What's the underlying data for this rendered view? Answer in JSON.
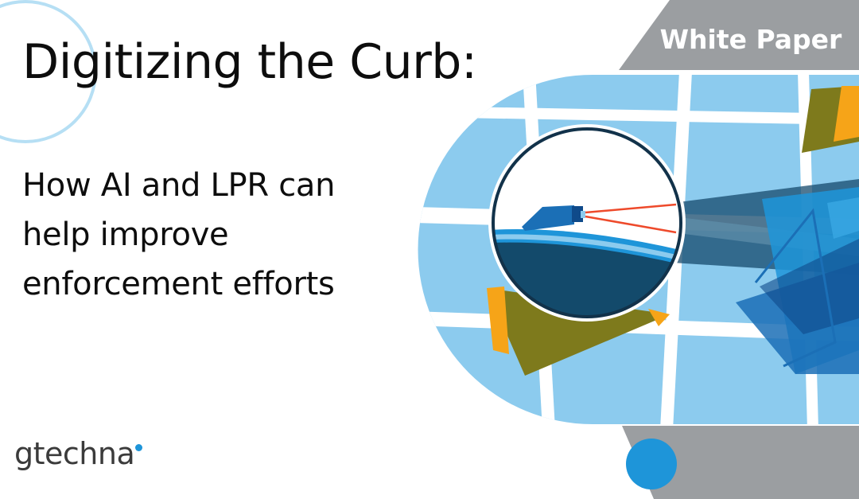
{
  "title": "Digitizing the Curb:",
  "subtitle_lines": [
    "How AI and LPR can",
    "help improve",
    "enforcement efforts"
  ],
  "badge": "White Paper",
  "logo": "gtechna",
  "colors": {
    "badge_gray": "#9b9ea1",
    "map_blue": "#8ccbee",
    "street_white": "#ffffff",
    "deep_navy": "#164a6c",
    "bright_blue": "#1e95d9",
    "olive": "#7e7a1c",
    "orange": "#f6a418",
    "laser_red": "#ee4a2b"
  },
  "icons": [
    "lpr-camera-icon",
    "magnifier-lens-icon"
  ]
}
